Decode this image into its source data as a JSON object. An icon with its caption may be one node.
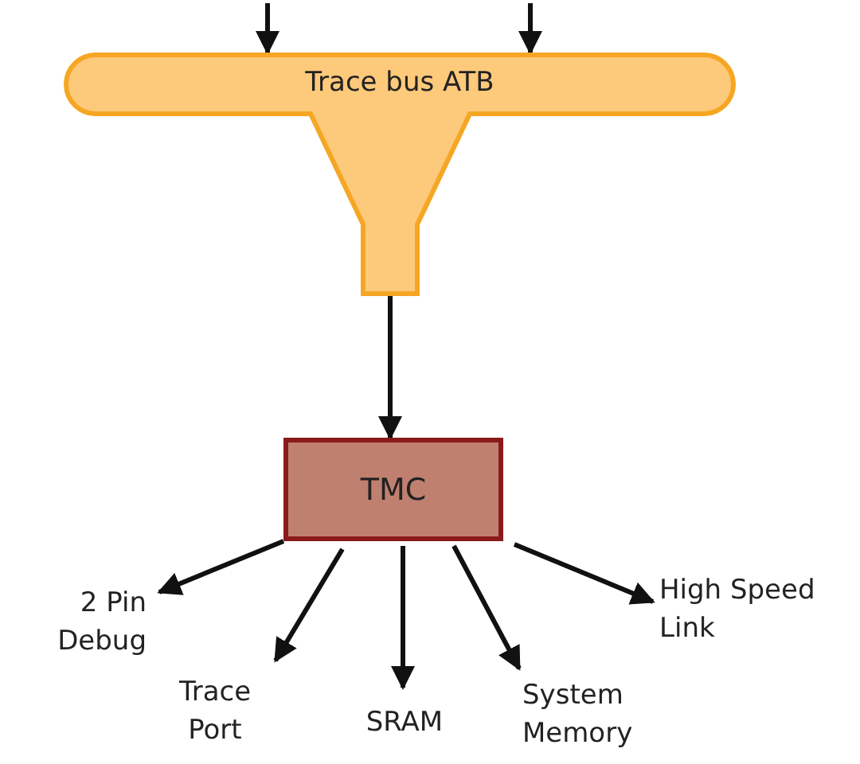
{
  "diagram": {
    "nodes": [
      {
        "text": [
          "Trace bus ATB"
        ]
      },
      {
        "text": [
          "TMC"
        ]
      },
      {
        "text": [
          "2 Pin Debug"
        ]
      },
      {
        "text": [
          "Trace Port"
        ]
      },
      {
        "text": [
          "SRAM"
        ]
      },
      {
        "text": [
          "System Memory"
        ]
      },
      {
        "text": [
          "High Speed Link"
        ]
      }
    ],
    "edges": [
      {
        "from": null,
        "to": 0,
        "arrow": "to"
      },
      {
        "from": null,
        "to": 0,
        "arrow": "to"
      },
      {
        "from": 0,
        "to": 1,
        "arrow": "to"
      },
      {
        "from": 1,
        "to": 2,
        "arrow": "to"
      },
      {
        "from": 1,
        "to": 3,
        "arrow": "to"
      },
      {
        "from": 1,
        "to": 4,
        "arrow": "to"
      },
      {
        "from": 1,
        "to": 5,
        "arrow": "to"
      },
      {
        "from": 1,
        "to": 6,
        "arrow": "to"
      }
    ]
  }
}
